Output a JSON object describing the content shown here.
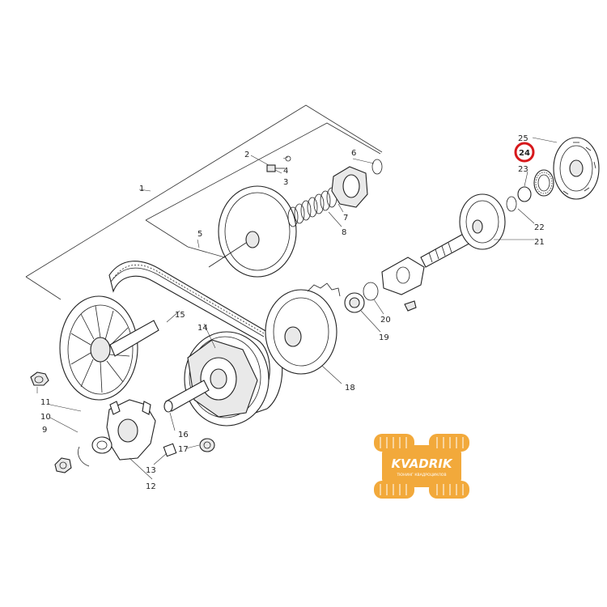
{
  "callouts": {
    "c1": "1",
    "c2": "2",
    "c3": "3",
    "c4": "4",
    "c5": "5",
    "c6": "6",
    "c7": "7",
    "c8": "8",
    "c9": "9",
    "c10": "10",
    "c11": "11",
    "c12": "12",
    "c13": "13",
    "c14": "14",
    "c15": "15",
    "c16": "16",
    "c17": "17",
    "c18": "18",
    "c19": "19",
    "c20": "20",
    "c21": "21",
    "c22": "22",
    "c23": "23",
    "c24": "24",
    "c25": "25"
  },
  "highlight": {
    "part": "24",
    "color": "#d7191c"
  },
  "logo": {
    "brand": "KVADRIK",
    "tagline": "ТЮНИНГ КВАДРОЦИКЛОВ",
    "color": "#f2a93b"
  }
}
